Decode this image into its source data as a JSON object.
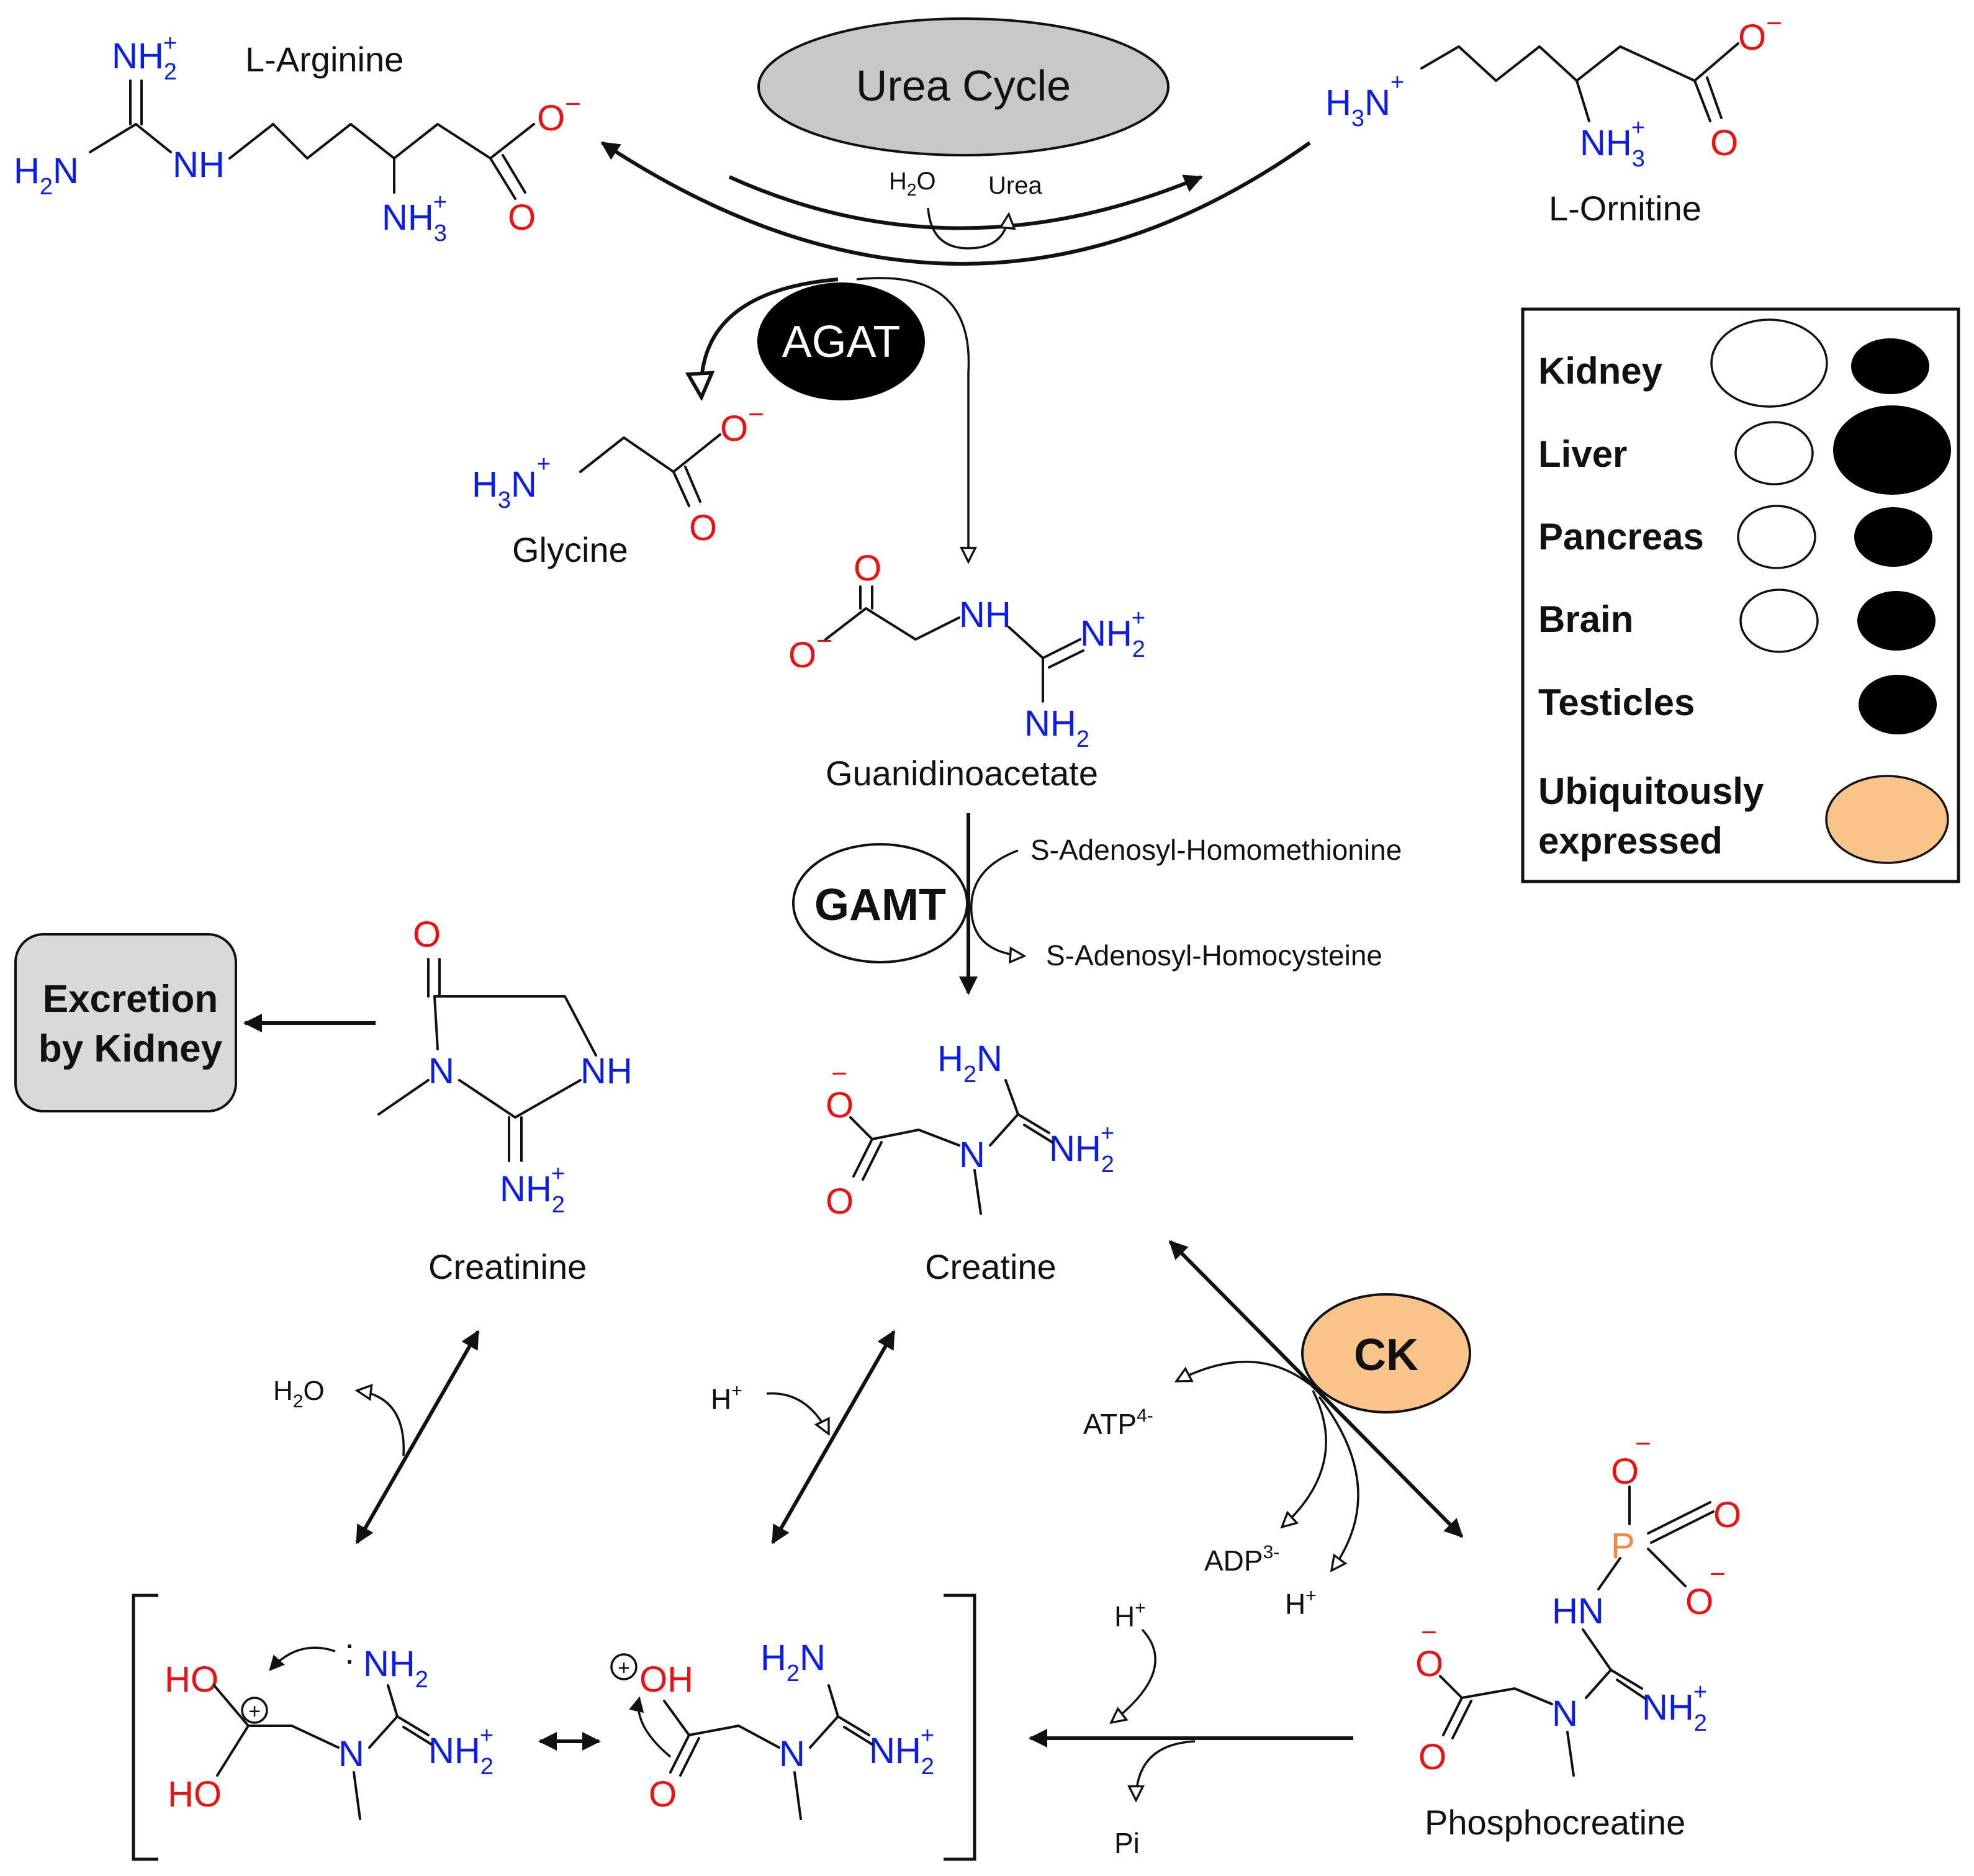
{
  "colors": {
    "nitrogen": "#0a1cf0",
    "oxygen": "#ee1111",
    "phosphorus": "#f08a3c",
    "urea_cycle_fill": "#c8c8c8",
    "excretion_fill": "#d9d9d9",
    "ubiquitous_fill": "#f9c48a",
    "enzyme_black": "#000000"
  },
  "compounds": {
    "arginine": "L-Arginine",
    "ornithine": "L-Ornitine",
    "glycine": "Glycine",
    "guanidinoacetate": "Guanidinoacetate",
    "creatinine": "Creatinine",
    "creatine": "Creatine",
    "phosphocreatine": "Phosphocreatine"
  },
  "enzymes": {
    "urea_cycle": "Urea Cycle",
    "agat": "AGAT",
    "gamt": "GAMT",
    "ck": "CK"
  },
  "reagents": {
    "water": "H",
    "water_sub": "2",
    "water_o": "O",
    "urea": "Urea",
    "sam": "S-Adenosyl-Homomethionine",
    "sah": "S-Adenosyl-Homocysteine",
    "proton": "H",
    "proton_sup": "+",
    "atp": "ATP",
    "atp_sup": "4-",
    "adp": "ADP",
    "adp_sup": "3-",
    "pi": "Pi"
  },
  "excretion": {
    "line1": "Excretion",
    "line2": "by Kidney"
  },
  "legend": {
    "kidney": "Kidney",
    "liver": "Liver",
    "pancreas": "Pancreas",
    "brain": "Brain",
    "testicles": "Testicles",
    "ubiquitous_1": "Ubiquitously",
    "ubiquitous_2": "expressed"
  },
  "atoms": {
    "nh": "NH",
    "hn": "HN",
    "nh2": "NH",
    "nh3": "NH",
    "h2n": "H",
    "h3n": "H",
    "n": "N",
    "o": "O",
    "ho": "HO",
    "oh": "OH",
    "p": "P",
    "sub2": "2",
    "sub3": "3",
    "plus": "+",
    "minus": "−",
    "colon": ":"
  }
}
